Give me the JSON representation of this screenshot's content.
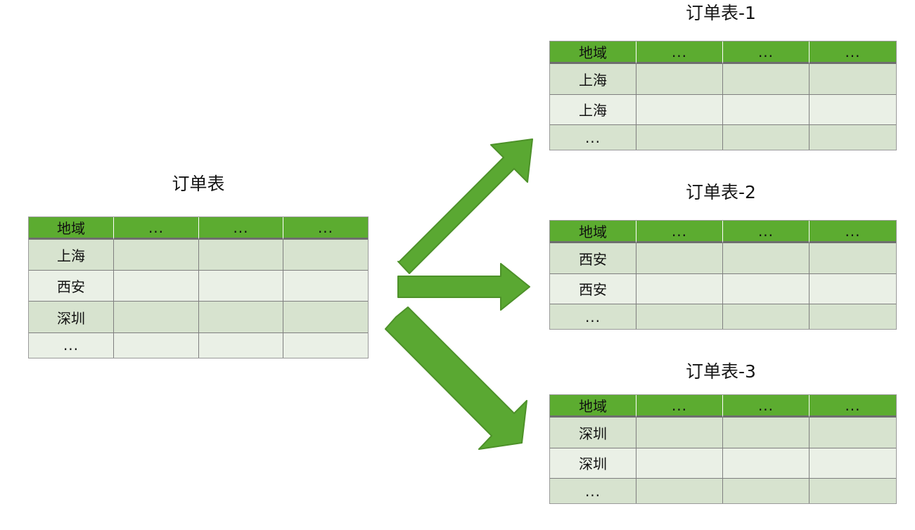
{
  "diagram": {
    "kind": "table-split-diagram",
    "background_color": "#ffffff",
    "accent_color": "#5cac30",
    "arrow_fill": "#5aa832",
    "arrow_stroke": "#4e9229",
    "row_color_a": "#d7e3cf",
    "row_color_b": "#eaf0e6",
    "border_color": "#7f7f7f"
  },
  "source_table": {
    "title": "订单表",
    "headers": [
      "地域",
      "...",
      "...",
      "..."
    ],
    "rows": [
      [
        "上海",
        "",
        "",
        ""
      ],
      [
        "西安",
        "",
        "",
        ""
      ],
      [
        "深圳",
        "",
        "",
        ""
      ],
      [
        "...",
        "",
        "",
        ""
      ]
    ]
  },
  "target_tables": [
    {
      "title": "订单表-1",
      "headers": [
        "地域",
        "...",
        "...",
        "..."
      ],
      "rows": [
        [
          "上海",
          "",
          "",
          ""
        ],
        [
          "上海",
          "",
          "",
          ""
        ],
        [
          "...",
          "",
          "",
          ""
        ]
      ]
    },
    {
      "title": "订单表-2",
      "headers": [
        "地域",
        "...",
        "...",
        "..."
      ],
      "rows": [
        [
          "西安",
          "",
          "",
          ""
        ],
        [
          "西安",
          "",
          "",
          ""
        ],
        [
          "...",
          "",
          "",
          ""
        ]
      ]
    },
    {
      "title": "订单表-3",
      "headers": [
        "地域",
        "...",
        "...",
        "..."
      ],
      "rows": [
        [
          "深圳",
          "",
          "",
          ""
        ],
        [
          "深圳",
          "",
          "",
          ""
        ],
        [
          "...",
          "",
          "",
          ""
        ]
      ]
    }
  ],
  "arrows": [
    {
      "name": "arrow-to-table-1",
      "direction": "up-right"
    },
    {
      "name": "arrow-to-table-2",
      "direction": "right"
    },
    {
      "name": "arrow-to-table-3",
      "direction": "down-right"
    }
  ]
}
